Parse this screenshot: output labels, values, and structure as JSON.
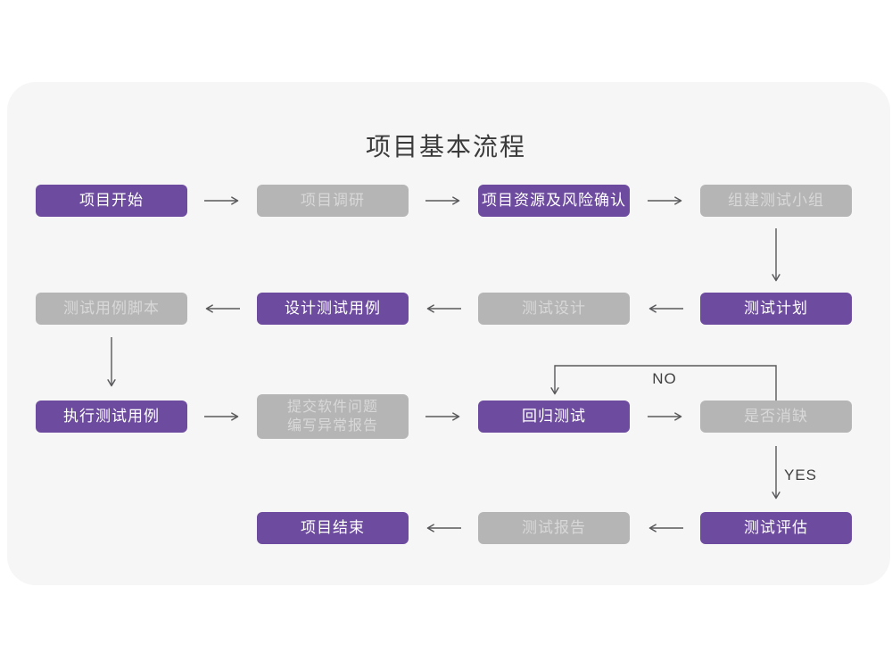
{
  "title": "项目基本流程",
  "colors": {
    "accent": "#6d4b9e",
    "node_accent_text": "#ffffff",
    "node_gray": "#b5b5b5",
    "node_gray_text": "#d8d8d8",
    "card_background": "#f6f6f7",
    "page_background": "#ffffff",
    "arrow": "#58585a"
  },
  "flowchart": {
    "nodes": [
      {
        "label": "项目开始",
        "variant": "accent"
      },
      {
        "label": "项目调研",
        "variant": "muted"
      },
      {
        "label": "项目资源及风险确认",
        "variant": "accent"
      },
      {
        "label": "组建测试小组",
        "variant": "muted"
      },
      {
        "label": "测试计划",
        "variant": "accent"
      },
      {
        "label": "测试设计",
        "variant": "muted"
      },
      {
        "label": "设计测试用例",
        "variant": "accent"
      },
      {
        "label": "测试用例脚本",
        "variant": "muted"
      },
      {
        "label": "执行测试用例",
        "variant": "accent"
      },
      {
        "label": "提交软件问题\n编写异常报告",
        "variant": "muted"
      },
      {
        "label": "回归测试",
        "variant": "accent"
      },
      {
        "label": "是否消缺",
        "variant": "muted"
      },
      {
        "label": "测试评估",
        "variant": "accent"
      },
      {
        "label": "测试报告",
        "variant": "muted"
      },
      {
        "label": "项目结束",
        "variant": "accent"
      }
    ],
    "decision_labels": {
      "no": "NO",
      "yes": "YES"
    }
  }
}
